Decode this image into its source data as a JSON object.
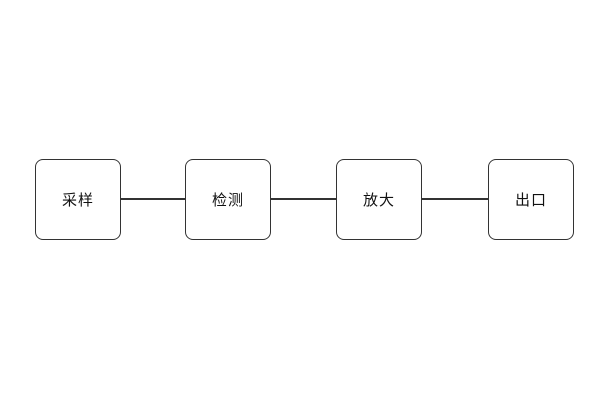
{
  "diagram": {
    "nodes": [
      {
        "label": "采样"
      },
      {
        "label": "检测"
      },
      {
        "label": "放大"
      },
      {
        "label": "出口"
      }
    ]
  }
}
